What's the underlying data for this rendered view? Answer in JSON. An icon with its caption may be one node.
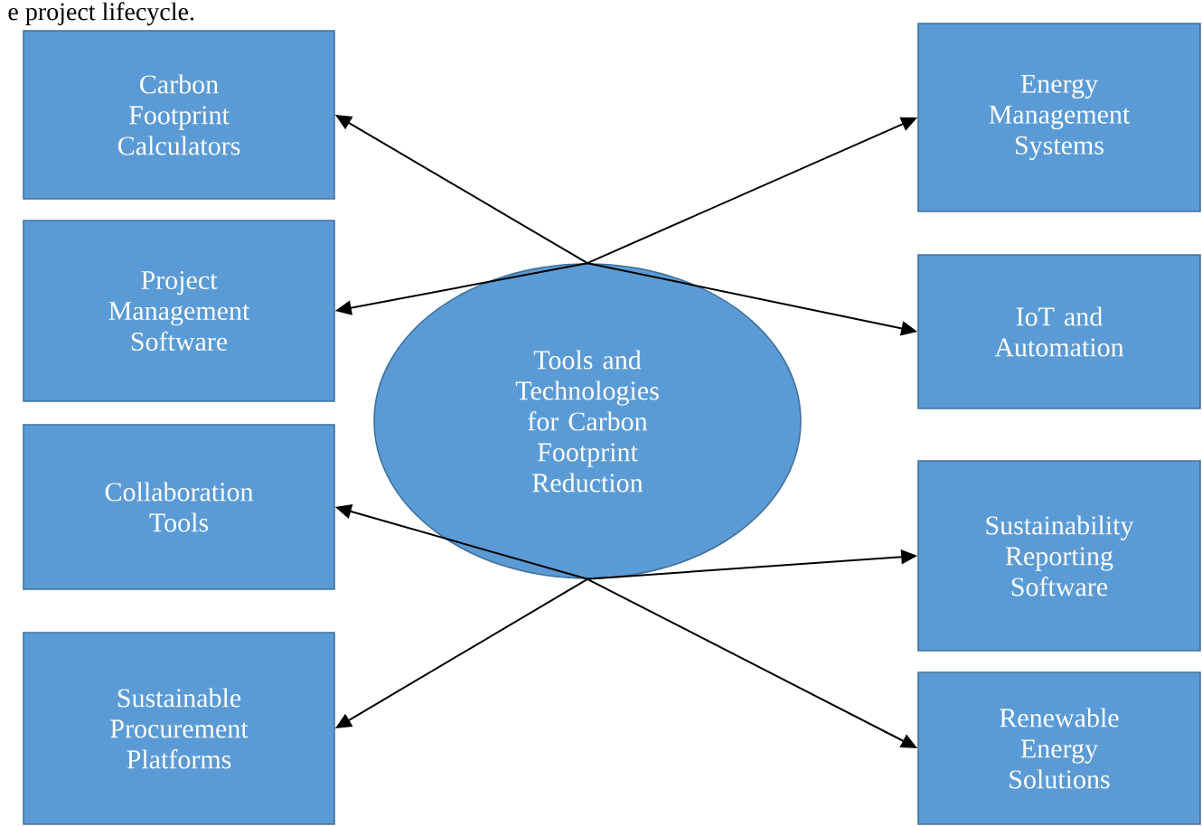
{
  "diagram": {
    "nodes": [
      {
        "text": [
          "Tools and Technologies for Carbon Footprint Reduction"
        ]
      },
      {
        "text": [
          "Carbon Footprint Calculators"
        ]
      },
      {
        "text": [
          "Project Management Software"
        ]
      },
      {
        "text": [
          "Collaboration Tools"
        ]
      },
      {
        "text": [
          "Sustainable Procurement Platforms"
        ]
      },
      {
        "text": [
          "Energy Management Systems"
        ]
      },
      {
        "text": [
          "IoT and Automation"
        ]
      },
      {
        "text": [
          "Sustainability Reporting Software"
        ]
      },
      {
        "text": [
          "Renewable Energy Solutions"
        ]
      }
    ],
    "edges": [
      {
        "from": 0,
        "to": 1,
        "arrow": "to"
      },
      {
        "from": 0,
        "to": 5,
        "arrow": "to"
      },
      {
        "from": 0,
        "to": 2,
        "arrow": "to"
      },
      {
        "from": 0,
        "to": 6,
        "arrow": "to"
      },
      {
        "from": 0,
        "to": 3,
        "arrow": "to"
      },
      {
        "from": 0,
        "to": 7,
        "arrow": "to"
      },
      {
        "from": 0,
        "to": 4,
        "arrow": "to"
      },
      {
        "from": 0,
        "to": 8,
        "arrow": "to"
      }
    ],
    "labels": [
      "e project lifecycle."
    ]
  }
}
